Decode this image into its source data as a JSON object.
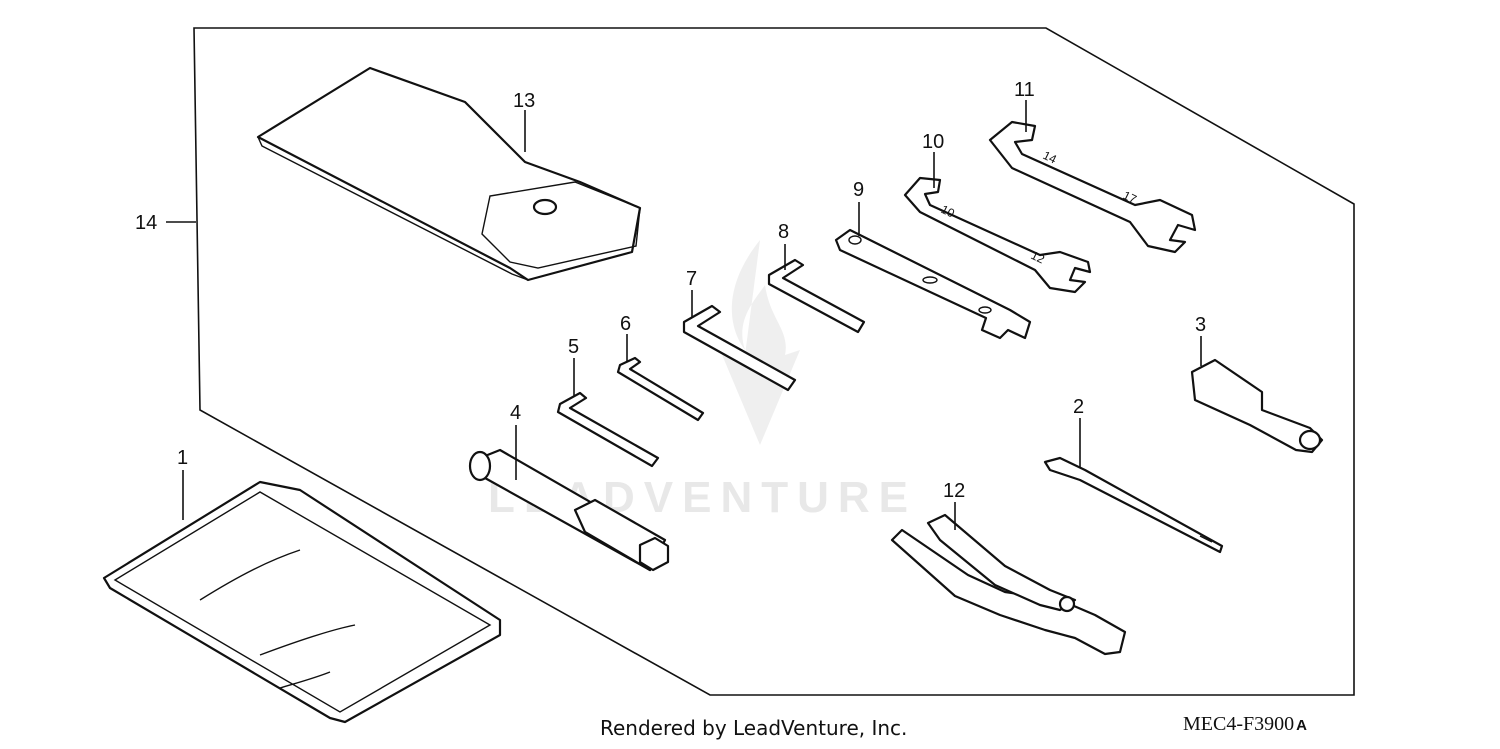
{
  "watermark": "LEADVENTURE",
  "credit": "Rendered by LeadVenture, Inc.",
  "diagram_code": "MEC4-F3900",
  "diagram_suffix": "A",
  "callouts": {
    "c1": "1",
    "c2": "2",
    "c3": "3",
    "c4": "4",
    "c5": "5",
    "c6": "6",
    "c7": "7",
    "c8": "8",
    "c9": "9",
    "c10": "10",
    "c11": "11",
    "c12": "12",
    "c13": "13",
    "c14": "14"
  }
}
